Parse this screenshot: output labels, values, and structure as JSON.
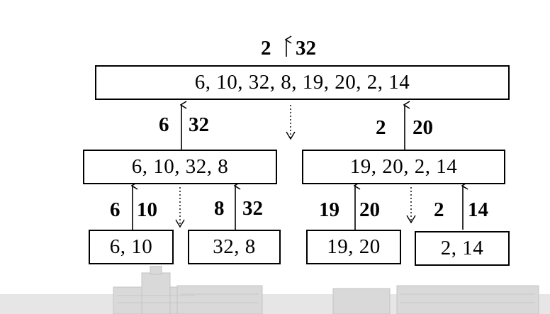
{
  "root": {
    "values": "6, 10,  32, 8, 19, 20, 2, 14",
    "min": "2",
    "max": "32"
  },
  "level1": {
    "left": {
      "values": "6, 10,  32, 8",
      "min": "6",
      "max": "32"
    },
    "right": {
      "values": "19, 20, 2, 14",
      "min": "2",
      "max": "20"
    }
  },
  "leaves": [
    {
      "values": "6, 10",
      "min": "6",
      "max": "10"
    },
    {
      "values": "32, 8",
      "min": "8",
      "max": "32"
    },
    {
      "values": "19, 20",
      "min": "19",
      "max": "20"
    },
    {
      "values": "2, 14",
      "min": "2",
      "max": "14"
    }
  ]
}
